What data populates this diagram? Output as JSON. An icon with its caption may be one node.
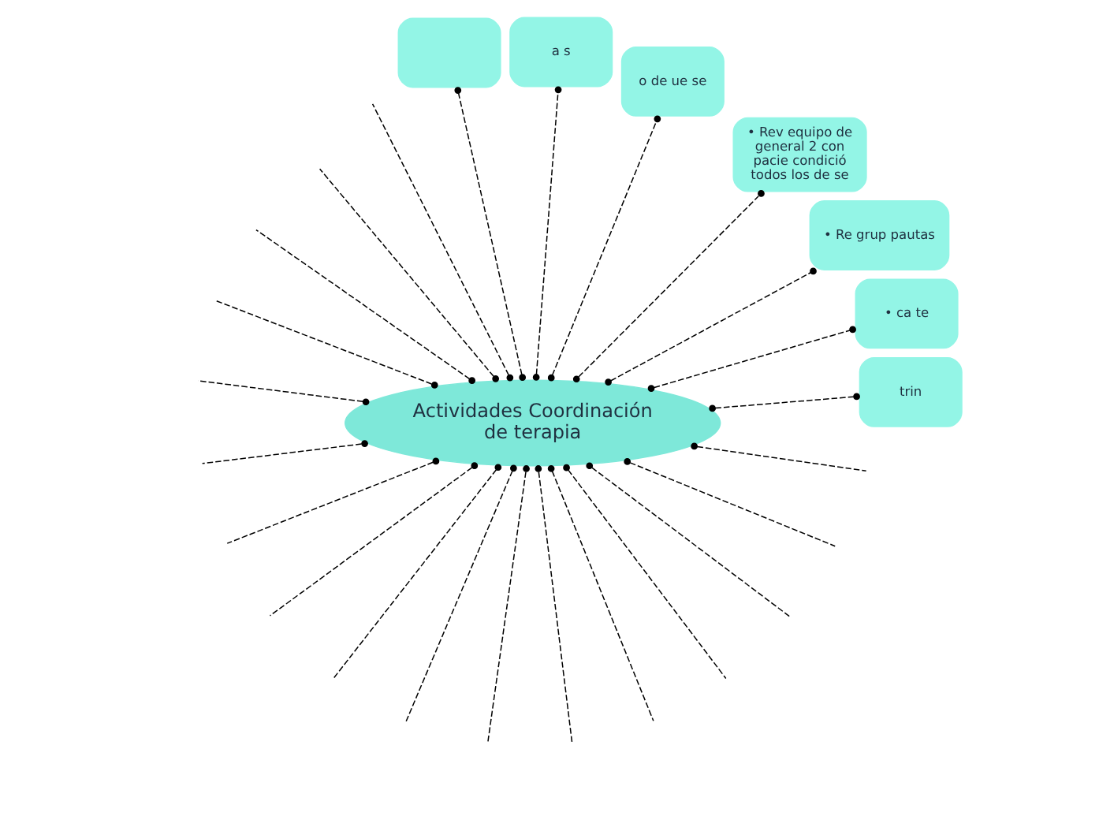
{
  "diagram": {
    "nodes": [
      {
        "text": [
          "Actividades Coordinación de terapia"
        ]
      },
      {
        "text": [
          "trin"
        ]
      },
      {
        "text": [
          "• ca te"
        ]
      },
      {
        "text": [
          "• Re grup pautas"
        ]
      },
      {
        "text": [
          "• Rev equipo de general 2 con pacie condició todos los de se"
        ]
      },
      {
        "text": [
          "o de ue se"
        ]
      },
      {
        "text": [
          "a s"
        ]
      },
      {
        "text": [],
        "shape": "box"
      }
    ],
    "edges": [
      {
        "from": 0,
        "to": 1,
        "arrow": "other",
        "style": "dashed"
      },
      {
        "from": 0,
        "to": 2,
        "arrow": "other",
        "style": "dashed"
      },
      {
        "from": 0,
        "to": 3,
        "arrow": "other",
        "style": "dashed"
      },
      {
        "from": 0,
        "to": 4,
        "arrow": "other",
        "style": "dashed"
      },
      {
        "from": 0,
        "to": null,
        "arrow": "other",
        "style": "dashed"
      },
      {
        "from": 0,
        "to": null,
        "arrow": "other",
        "style": "dashed"
      },
      {
        "from": 0,
        "to": null,
        "arrow": "other",
        "style": "dashed"
      },
      {
        "from": 0,
        "to": null,
        "arrow": "other",
        "style": "dashed"
      },
      {
        "from": 0,
        "to": null,
        "arrow": "other",
        "style": "dashed"
      },
      {
        "from": 0,
        "to": null,
        "arrow": "other",
        "style": "dashed"
      },
      {
        "from": 0,
        "to": null,
        "arrow": "other",
        "style": "dashed"
      },
      {
        "from": 0,
        "to": null,
        "arrow": "other",
        "style": "dashed"
      },
      {
        "from": 0,
        "to": null,
        "arrow": "other",
        "style": "dashed"
      },
      {
        "from": 0,
        "to": null,
        "arrow": "other",
        "style": "dashed"
      },
      {
        "from": 0,
        "to": 5,
        "arrow": "other",
        "style": "dashed"
      },
      {
        "from": 0,
        "to": 6,
        "arrow": "other",
        "style": "dashed"
      },
      {
        "from": 0,
        "to": null,
        "arrow": "other",
        "style": "dashed"
      },
      {
        "from": 0,
        "to": null,
        "arrow": "other",
        "style": "dashed"
      },
      {
        "from": 0,
        "to": 7,
        "arrow": "other",
        "style": "dashed"
      },
      {
        "from": 0,
        "to": null,
        "arrow": "other",
        "style": "dashed"
      },
      {
        "from": 0,
        "to": null,
        "arrow": "other",
        "style": "dashed"
      },
      {
        "from": 0,
        "to": null,
        "arrow": "other",
        "style": "dashed"
      },
      {
        "from": 0,
        "to": null,
        "arrow": "other",
        "style": "dashed"
      },
      {
        "from": 0,
        "to": null,
        "arrow": "other",
        "style": "dashed"
      }
    ]
  }
}
